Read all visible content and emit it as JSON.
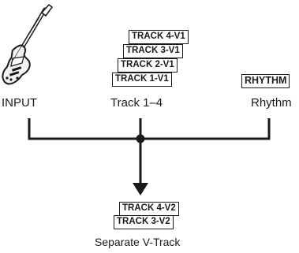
{
  "sources": {
    "input": {
      "label": "INPUT",
      "icon": "electric-guitar-icon"
    },
    "tracks": {
      "label": "Track 1–4",
      "tags": [
        "TRACK 4-V1",
        "TRACK 3-V1",
        "TRACK 2-V1",
        "TRACK 1-V1"
      ]
    },
    "rhythm": {
      "label": "Rhythm",
      "tag": "RHYTHM"
    }
  },
  "destination": {
    "label": "Separate V-Track",
    "tags": [
      "TRACK 4-V2",
      "TRACK 3-V2"
    ]
  },
  "colors": {
    "line": "#1a1a1a",
    "background": "#ffffff"
  }
}
